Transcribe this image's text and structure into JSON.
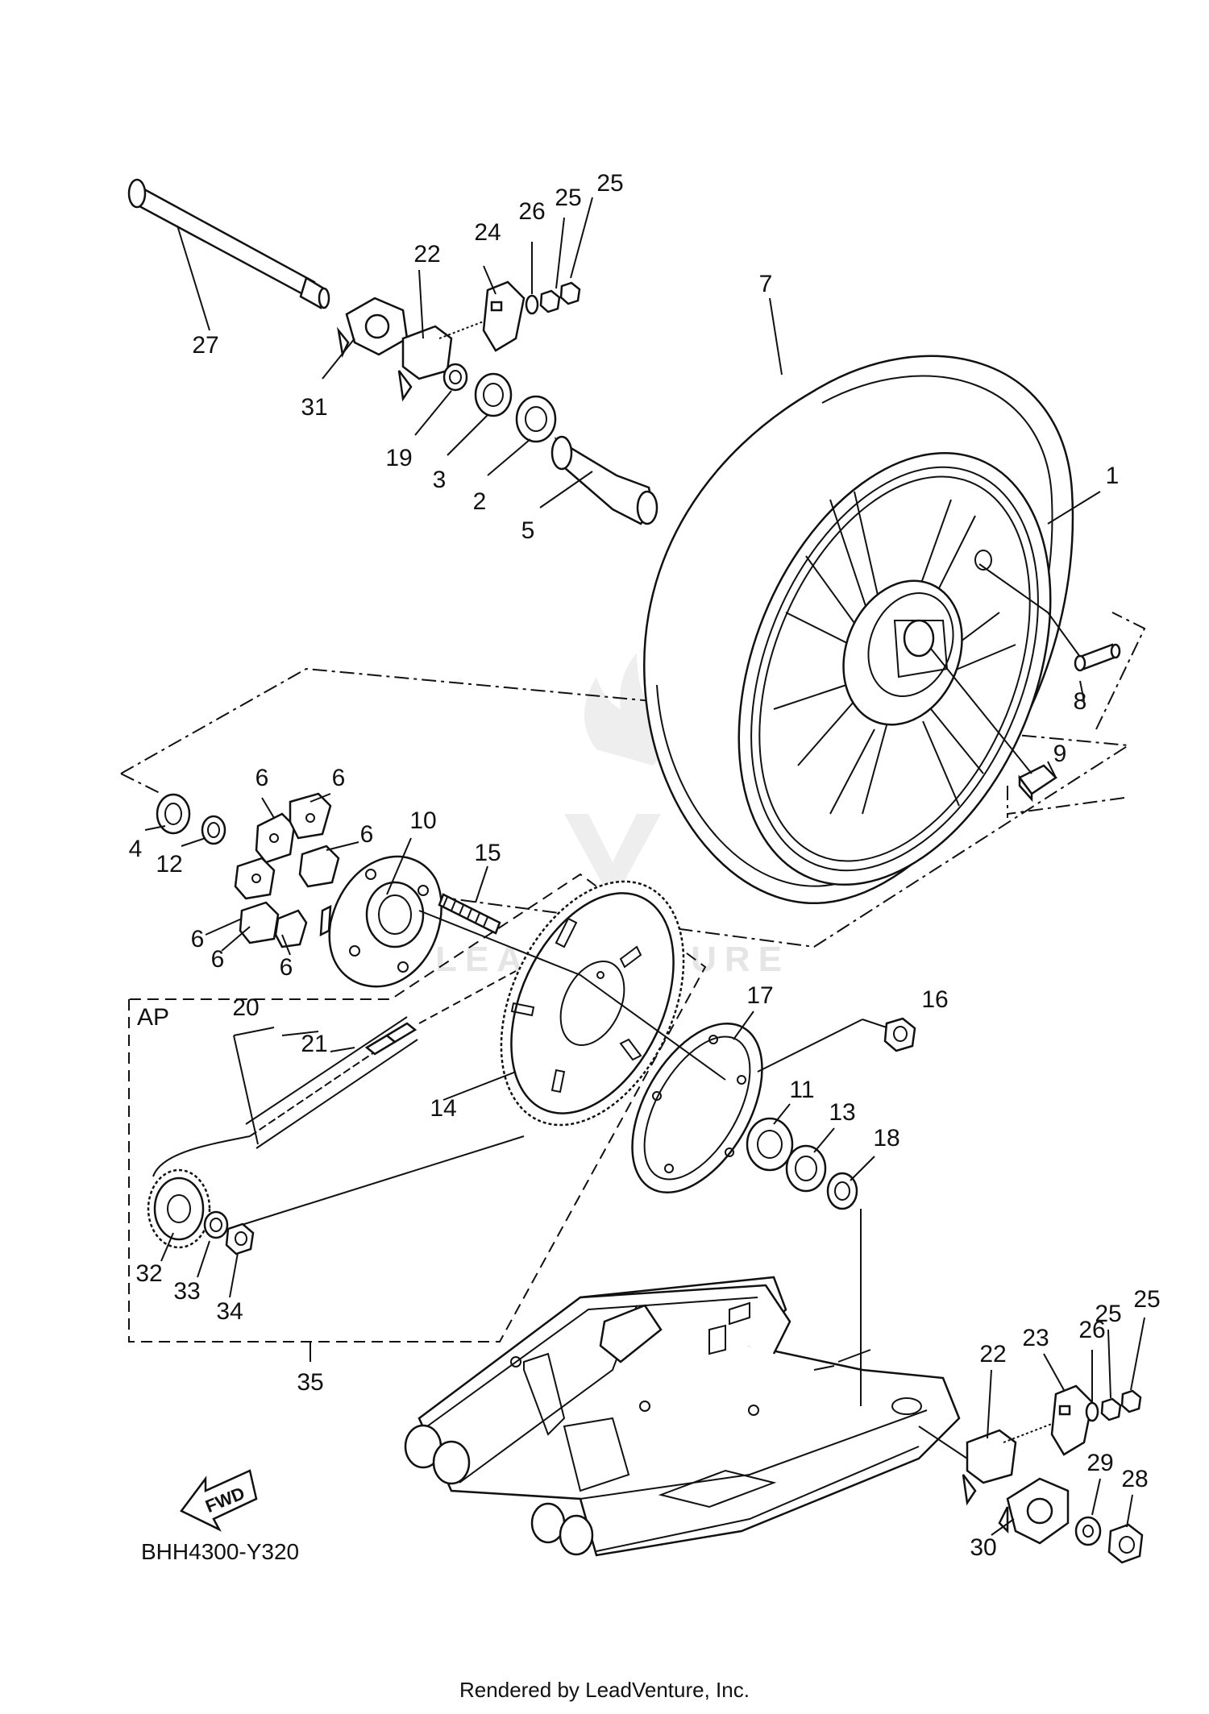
{
  "diagram": {
    "code": "BHH4300-Y320",
    "fwd_label": "FWD",
    "ap_label": "AP",
    "watermark": "LEADVENTURE"
  },
  "footer": {
    "rendered_by": "Rendered by LeadVenture, Inc."
  },
  "callouts": [
    {
      "id": "c27",
      "label": "27"
    },
    {
      "id": "c31",
      "label": "31"
    },
    {
      "id": "c22a",
      "label": "22"
    },
    {
      "id": "c24",
      "label": "24"
    },
    {
      "id": "c26a",
      "label": "26"
    },
    {
      "id": "c25a",
      "label": "25"
    },
    {
      "id": "c25b",
      "label": "25"
    },
    {
      "id": "c19",
      "label": "19"
    },
    {
      "id": "c3",
      "label": "3"
    },
    {
      "id": "c2",
      "label": "2"
    },
    {
      "id": "c5",
      "label": "5"
    },
    {
      "id": "c7",
      "label": "7"
    },
    {
      "id": "c1",
      "label": "1"
    },
    {
      "id": "c8",
      "label": "8"
    },
    {
      "id": "c9",
      "label": "9"
    },
    {
      "id": "c4",
      "label": "4"
    },
    {
      "id": "c12",
      "label": "12"
    },
    {
      "id": "c6a",
      "label": "6"
    },
    {
      "id": "c6b",
      "label": "6"
    },
    {
      "id": "c6c",
      "label": "6"
    },
    {
      "id": "c6d",
      "label": "6"
    },
    {
      "id": "c6e",
      "label": "6"
    },
    {
      "id": "c6f",
      "label": "6"
    },
    {
      "id": "c10",
      "label": "10"
    },
    {
      "id": "c15",
      "label": "15"
    },
    {
      "id": "c16",
      "label": "16"
    },
    {
      "id": "c17",
      "label": "17"
    },
    {
      "id": "c20",
      "label": "20"
    },
    {
      "id": "c21",
      "label": "21"
    },
    {
      "id": "c14",
      "label": "14"
    },
    {
      "id": "c11",
      "label": "11"
    },
    {
      "id": "c13",
      "label": "13"
    },
    {
      "id": "c18",
      "label": "18"
    },
    {
      "id": "c32",
      "label": "32"
    },
    {
      "id": "c33",
      "label": "33"
    },
    {
      "id": "c34",
      "label": "34"
    },
    {
      "id": "c35",
      "label": "35"
    },
    {
      "id": "c22b",
      "label": "22"
    },
    {
      "id": "c23",
      "label": "23"
    },
    {
      "id": "c26b",
      "label": "26"
    },
    {
      "id": "c25c",
      "label": "25"
    },
    {
      "id": "c25d",
      "label": "25"
    },
    {
      "id": "c29",
      "label": "29"
    },
    {
      "id": "c28",
      "label": "28"
    },
    {
      "id": "c30",
      "label": "30"
    }
  ]
}
